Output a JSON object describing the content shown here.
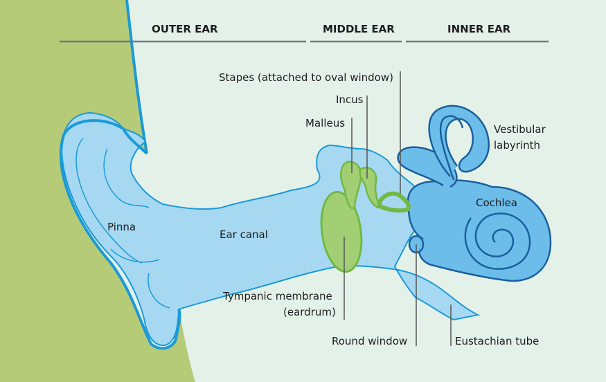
{
  "colors": {
    "background": "#e4f1e9",
    "skin": "#b5cb78",
    "ear_fill": "#a6d8f2",
    "ear_stroke": "#1b9ad6",
    "inner_fill": "#6cbde9",
    "inner_stroke": "#1a5f9e",
    "ossicle_fill": "#a2cf73",
    "ossicle_stroke": "#72b843",
    "leader": "#555555"
  },
  "sections": {
    "outer": "OUTER EAR",
    "middle": "MIDDLE EAR",
    "inner": "INNER EAR"
  },
  "labels": {
    "stapes": "Stapes (attached to oval window)",
    "incus": "Incus",
    "malleus": "Malleus",
    "vestibular_1": "Vestibular",
    "vestibular_2": "labyrinth",
    "cochlea": "Cochlea",
    "pinna": "Pinna",
    "ear_canal": "Ear canal",
    "tympanic_1": "Tympanic membrane",
    "tympanic_2": "(eardrum)",
    "round_window": "Round window",
    "eustachian": "Eustachian tube"
  }
}
